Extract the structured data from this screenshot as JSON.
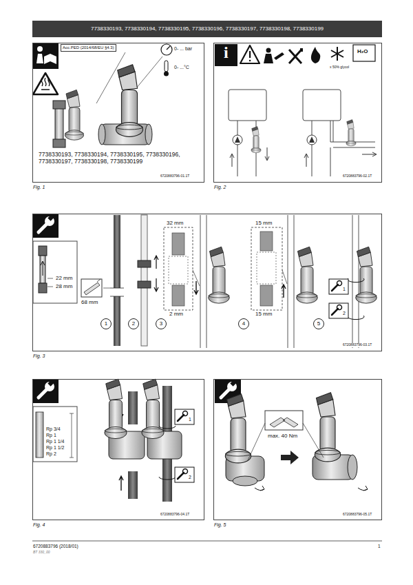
{
  "diagram": {
    "nodes": [
      {
        "text": [
          "7738330193, 7738330194, 7738330195, 7738330196, 7738330197, 7738330198, 7738330199"
        ]
      },
      {
        "text": [
          "Fig. 1"
        ]
      },
      {
        "text": [
          "Fig. 2"
        ]
      },
      {
        "text": [
          "Fig. 3"
        ]
      },
      {
        "text": [
          "1"
        ],
        "in": 3
      },
      {
        "text": [
          "2"
        ],
        "in": 3
      },
      {
        "text": [
          "3"
        ],
        "in": 3
      },
      {
        "text": [
          "4"
        ],
        "in": 3
      },
      {
        "text": [
          "5"
        ],
        "in": 3
      },
      {
        "text": [
          "Fig. 4"
        ]
      },
      {
        "text": [
          "Fig. 5"
        ]
      }
    ],
    "labels": [
      "Acc.PED (2014/68/EU §4.3)",
      "0- ... bar",
      "0- ...°C",
      "7738330193, 7738330194, 7738330195, 7738330196, 7738330197, 7738330198, 7738330199",
      "6720883796-01.1T",
      "i",
      "x 50% glycol",
      "H₂O",
      "6720883796-02.1T",
      "22 mm",
      "28 mm",
      "68 mm",
      "32 mm",
      "2 mm",
      "15 mm",
      "15 mm",
      "1",
      "2",
      "6720883796-03.1T",
      "Rp 3/4",
      "Rp 1",
      "Rp 1 1/4",
      "Rp 1 1/2",
      "Rp 2",
      "1",
      "2",
      "6720883796-04.1T",
      "max. 40 Nm",
      "6720883796-05.1T",
      "6720883796 (2018/01)",
      "1",
      "BT 330_00"
    ]
  }
}
